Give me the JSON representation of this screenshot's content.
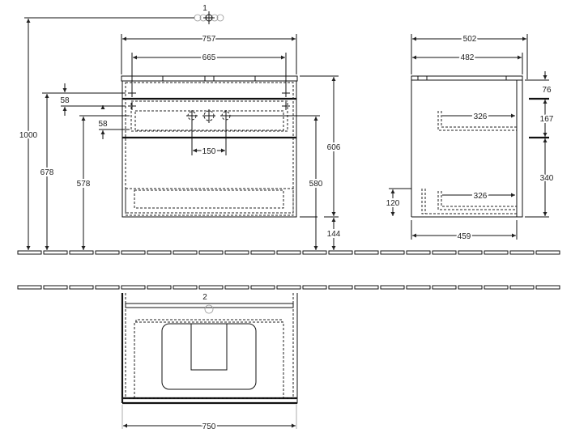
{
  "markers": {
    "tap_marker": "1",
    "basin_marker": "2"
  },
  "front_view": {
    "width_overall": "757",
    "width_inner": "665",
    "height_total": "1000",
    "height_top_drawer": "678",
    "height_tap_center": "578",
    "offset_upper": "58",
    "offset_lower": "58",
    "tap_spacing": "150",
    "cabinet_height": "606",
    "drain_height": "580",
    "floor_clearance": "144"
  },
  "side_view": {
    "depth_overall": "502",
    "depth_top": "482",
    "top_height": "76",
    "upper_drawer_height": "167",
    "lower_drawer_height": "340",
    "upper_drawer_depth": "326",
    "lower_drawer_depth": "326",
    "siphon_height": "120",
    "body_depth": "459"
  },
  "plan_view": {
    "width": "750"
  },
  "colors": {
    "line": "#111111",
    "background": "#ffffff"
  }
}
